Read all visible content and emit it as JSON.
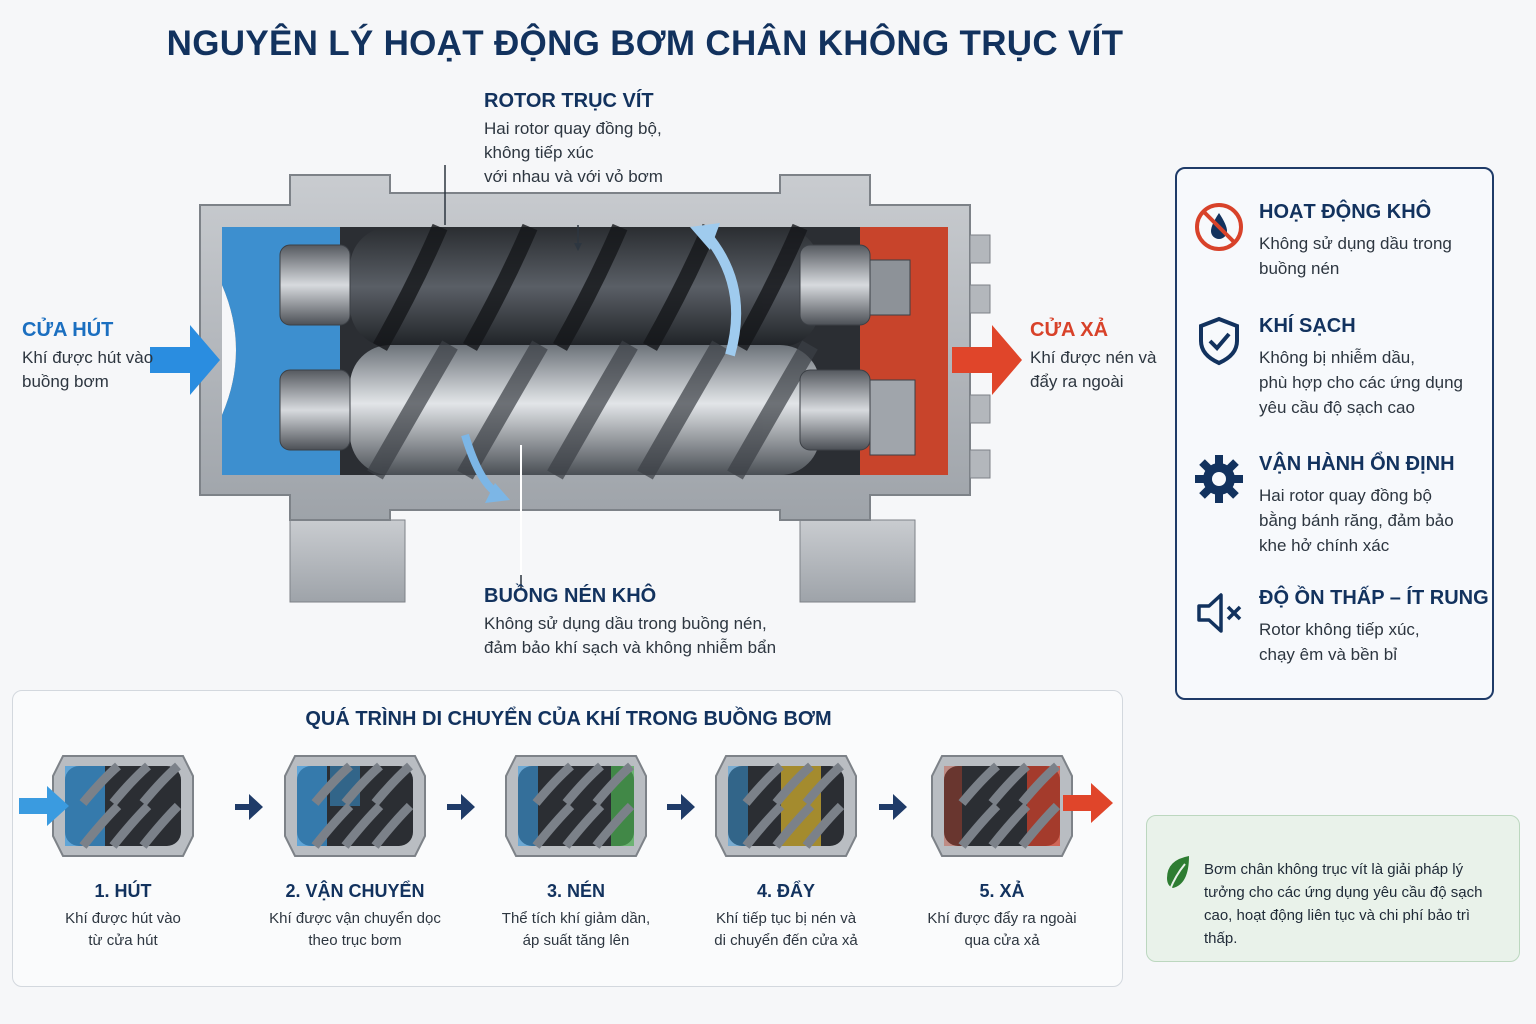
{
  "title": "NGUYÊN LÝ HOẠT ĐỘNG BƠM CHÂN KHÔNG TRỤC VÍT",
  "labels": {
    "rotor": {
      "title": "ROTOR TRỤC VÍT",
      "text": "Hai rotor quay đồng bộ,\nkhông tiếp xúc\nvới nhau và với vỏ bơm"
    },
    "chamber": {
      "title": "BUỒNG NÉN KHÔ",
      "text": "Không sử dụng dầu trong buồng nén,\nđảm bảo khí sạch và không nhiễm bẩn"
    },
    "inlet": {
      "title": "CỬA HÚT",
      "text": "Khí được hút vào\nbuồng bơm"
    },
    "outlet": {
      "title": "CỬA XẢ",
      "text": "Khí được nén và\nđẩy ra ngoài"
    }
  },
  "features": [
    {
      "icon": "no-oil-icon",
      "title": "HOẠT ĐỘNG KHÔ",
      "text": "Không sử dụng dầu trong\nbuồng nén"
    },
    {
      "icon": "shield-check-icon",
      "title": "KHÍ SẠCH",
      "text": "Không bị nhiễm dầu,\nphù hợp cho các ứng dụng\nyêu cầu độ sạch cao"
    },
    {
      "icon": "gear-icon",
      "title": "VẬN HÀNH ỔN ĐỊNH",
      "text": "Hai rotor quay đồng bộ\nbằng bánh răng, đảm bảo\nkhe hở chính xác"
    },
    {
      "icon": "speaker-mute-icon",
      "title": "ĐỘ ỒN THẤP – ÍT RUNG",
      "text": "Rotor không tiếp xúc,\nchạy êm và bền bỉ"
    }
  ],
  "process": {
    "title": "QUÁ TRÌNH DI CHUYỂN CỦA KHÍ TRONG BUỒNG BƠM",
    "steps": [
      {
        "title": "1. HÚT",
        "text": "Khí được hút vào\ntừ cửa hút",
        "color": "#3a9be0"
      },
      {
        "title": "2. VẬN CHUYỂN",
        "text": "Khí được vận chuyển dọc\ntheo trục bơm",
        "color": "#3a9be0"
      },
      {
        "title": "3. NÉN",
        "text": "Thể tích khí giảm dần,\náp suất tăng lên",
        "color": "#4caf50"
      },
      {
        "title": "4. ĐẨY",
        "text": "Khí tiếp tục bị nén và\ndi chuyển đến cửa xả",
        "color": "#d9b32c"
      },
      {
        "title": "5. XẢ",
        "text": "Khí được đẩy ra ngoài\nqua cửa xả",
        "color": "#d8422a"
      }
    ]
  },
  "note": "Bơm chân không trục vít là giải pháp lý tưởng cho các ứng dụng yêu cầu độ sạch cao, hoạt động liên tục và chi phí bảo trì thấp.",
  "colors": {
    "navy": "#12325e",
    "inlet_blue": "#1b6fc0",
    "outlet_red": "#d8422a",
    "panel_border": "#1f3b68",
    "note_green": "#2e7d32"
  }
}
